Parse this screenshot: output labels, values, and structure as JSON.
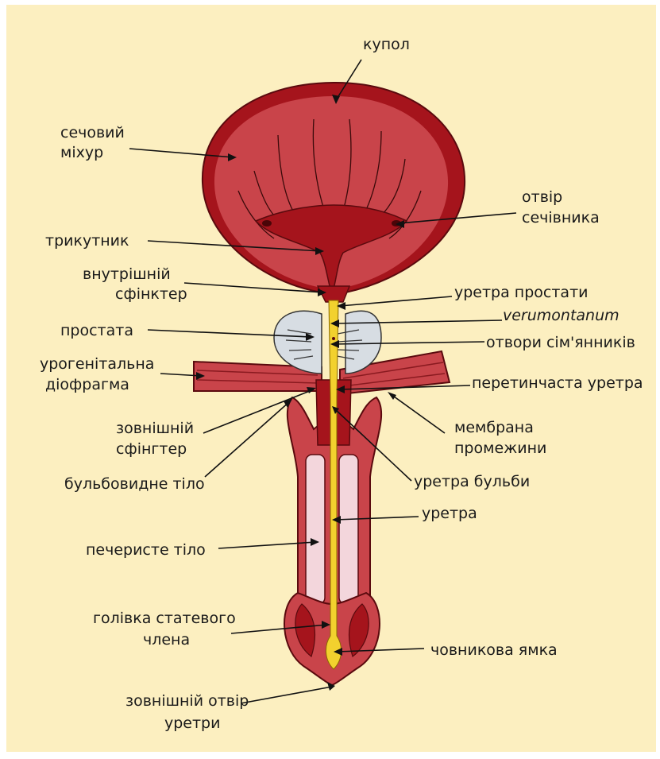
{
  "colors": {
    "background": "#fcefc0",
    "tissue_dark": "#a5141c",
    "tissue": "#c9444a",
    "tissue_light": "#d25a5c",
    "prostate": "#d7dde3",
    "urethra": "#f2d12e",
    "corpus_cavernosum": "#f3d6dc"
  },
  "labels": {
    "dome": "купол",
    "bladder_1": "сечовий",
    "bladder_2": "міхур",
    "ureter_opening_1": "отвір",
    "ureter_opening_2": "сечівника",
    "trigone": "трикутник",
    "internal_sphincter_1": "внутрішній",
    "internal_sphincter_2": "сфінктер",
    "prostatic_urethra": "уретра простати",
    "verumontanum": "verumontanum",
    "prostate": "простата",
    "seminal_openings": "отвори сім'янників",
    "urogenital_1": "урогенітальна",
    "urogenital_2": "діофрагма",
    "membranous_urethra": "перетинчаста уретра",
    "external_sphincter_1": "зовнішній",
    "external_sphincter_2": "сфінгтер",
    "perineal_membrane_1": "мембрана",
    "perineal_membrane_2": "промежини",
    "bulbospongiosus": "бульбовидне тіло",
    "bulbar_urethra": "уретра бульби",
    "urethra": "уретра",
    "corpus_cavernosum": "печеристе тіло",
    "glans_1": "голівка статевого",
    "glans_2": "члена",
    "navicular_fossa": "човникова ямка",
    "external_orifice_1": "зовнішній отвір",
    "external_orifice_2": "уретри"
  }
}
